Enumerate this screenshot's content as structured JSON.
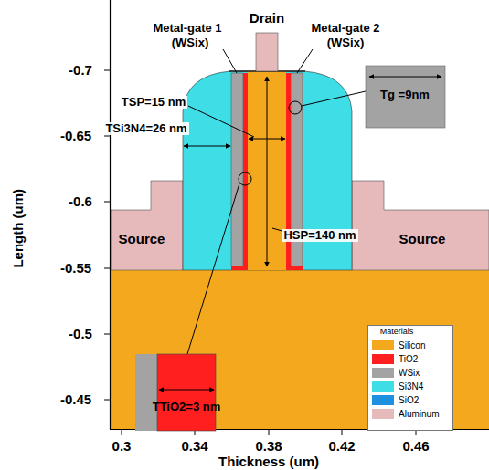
{
  "diagram": {
    "labels": [
      "Drain",
      "Metal-gate 1",
      "(WSix)",
      "Metal-gate 2",
      "(WSix)",
      "TSP=15 nm",
      "TSi3N4=26 nm",
      "Tg =9nm",
      "HSP=140 nm",
      "TTiO2=3 nm",
      "Source",
      "Source",
      "Materials",
      "Length (um)",
      "-0.7",
      "-0.65",
      "-0.6",
      "-0.55",
      "-0.5",
      "-0.45",
      "0.3",
      "0.34",
      "0.38",
      "0.42",
      "0.46",
      "Thickness (um)"
    ],
    "legend": [
      {
        "text": "Silicon",
        "color": "#F4A81D"
      },
      {
        "text": "TiO2",
        "color": "#FF1F1F"
      },
      {
        "text": "WSix",
        "color": "#A3A3A3"
      },
      {
        "text": "Si3N4",
        "color": "#3FDDE6"
      },
      {
        "text": "SiO2",
        "color": "#1F8FE0"
      },
      {
        "text": "Aluminum",
        "color": "#E6B9BB"
      }
    ]
  }
}
